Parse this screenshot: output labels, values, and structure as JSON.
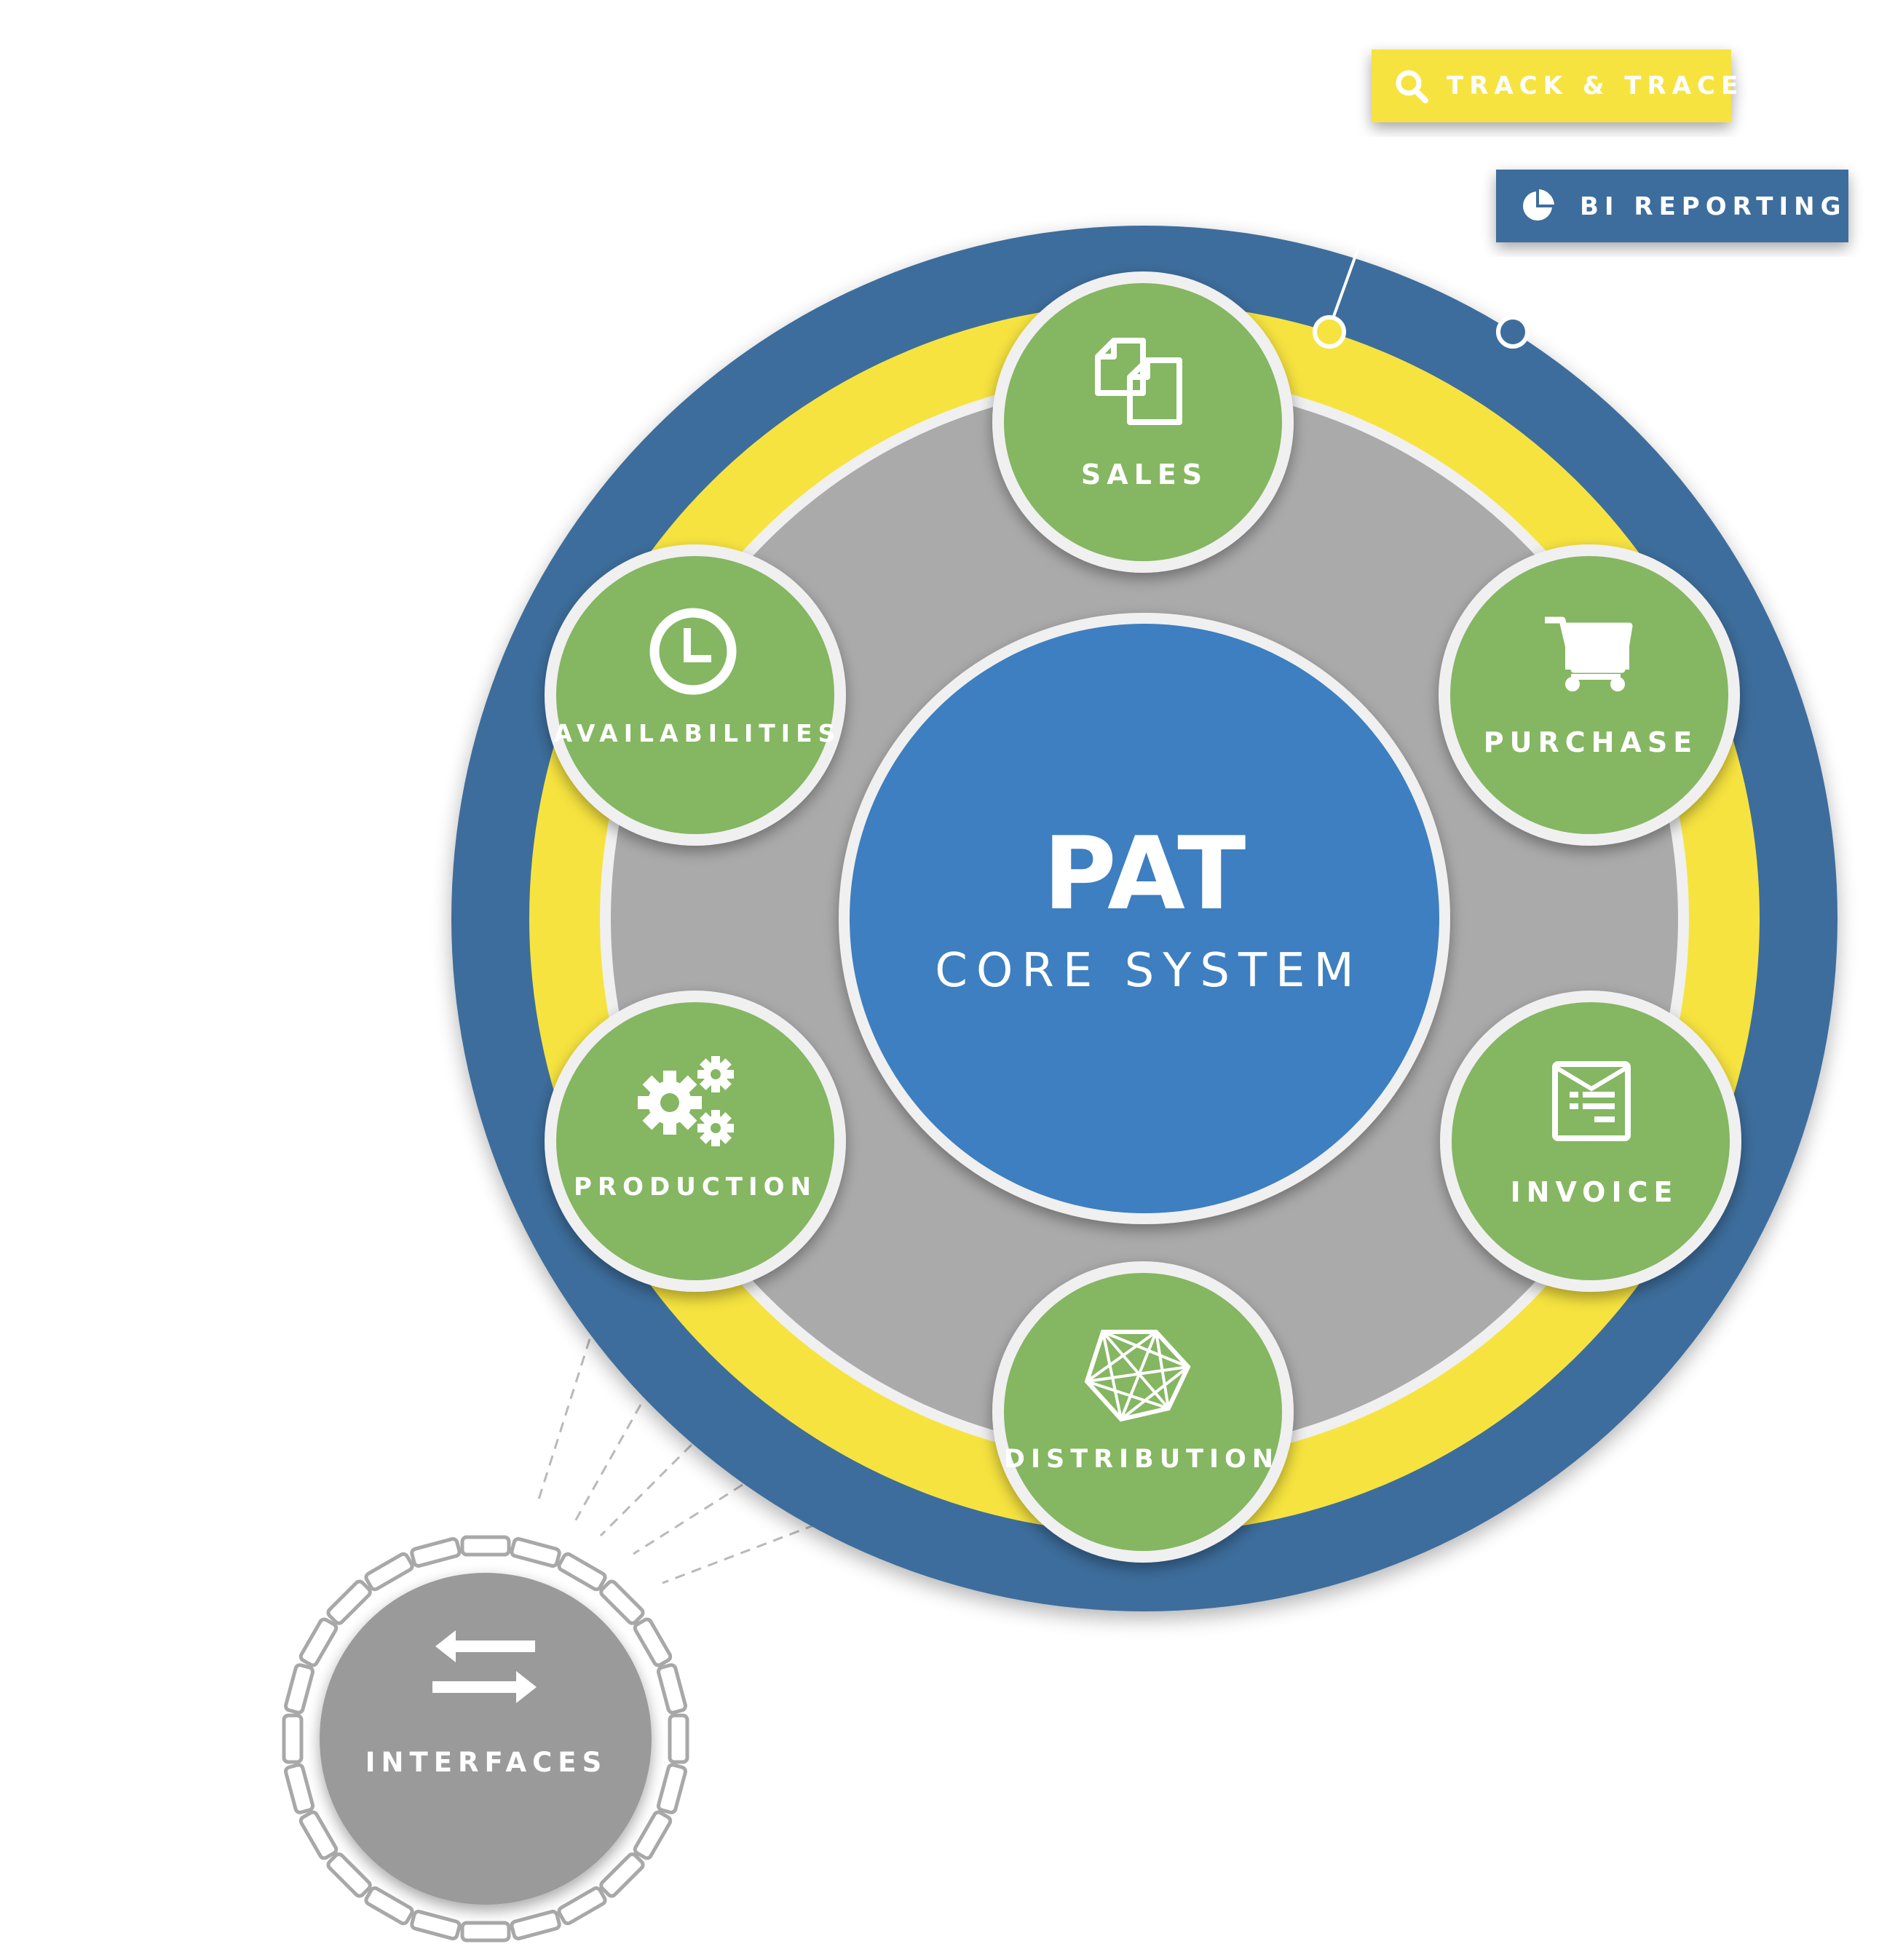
{
  "colors": {
    "outer_ring": "#3e6d9c",
    "yellow_ring": "#f6e33f",
    "gray_ring": "#aaaaaa",
    "core": "#3d7fc1",
    "module": "#85b662",
    "interfaces": "#9a9a9a",
    "white": "#ffffff"
  },
  "core": {
    "title": "PAT",
    "subtitle": "CORE SYSTEM"
  },
  "modules": [
    {
      "id": "sales",
      "label": "SALES",
      "icon": "documents-icon"
    },
    {
      "id": "purchase",
      "label": "PURCHASE",
      "icon": "cart-icon"
    },
    {
      "id": "invoice",
      "label": "INVOICE",
      "icon": "invoice-icon"
    },
    {
      "id": "distribution",
      "label": "DISTRIBUTION",
      "icon": "network-icon"
    },
    {
      "id": "production",
      "label": "PRODUCTION",
      "icon": "gears-icon"
    },
    {
      "id": "availabilities",
      "label": "AVAILABILITIES",
      "icon": "clock-icon"
    }
  ],
  "callouts": {
    "track_trace": {
      "label": "TRACK & TRACE",
      "icon": "search-icon"
    },
    "bi_reporting": {
      "label": "BI REPORTING",
      "icon": "pie-chart-icon"
    }
  },
  "interfaces": {
    "label": "INTERFACES",
    "icon": "swap-arrows-icon"
  }
}
